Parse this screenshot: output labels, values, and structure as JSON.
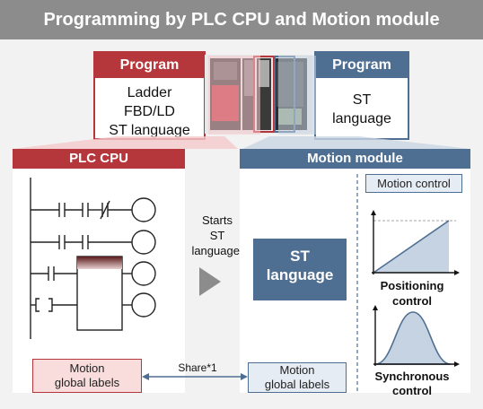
{
  "title": "Programming by PLC CPU and Motion module",
  "left_program": {
    "header": "Program",
    "lines": [
      "Ladder",
      "FBD/LD",
      "ST language"
    ]
  },
  "right_program": {
    "header": "Program",
    "lines": [
      "ST",
      "language"
    ]
  },
  "plc_cpu": {
    "header": "PLC CPU",
    "label_box": [
      "Motion",
      "global labels"
    ]
  },
  "motion_module": {
    "header": "Motion module",
    "st_box": [
      "ST",
      "language"
    ],
    "label_box": [
      "Motion",
      "global labels"
    ],
    "motion_control": "Motion control",
    "positioning": [
      "Positioning",
      "control"
    ],
    "synchronous": [
      "Synchronous",
      "control"
    ]
  },
  "arrow_text": [
    "Starts",
    "ST",
    "language."
  ],
  "share_text": "Share*1",
  "colors": {
    "red": "#b5373c",
    "blue": "#4f6f92",
    "gray": "#8c8c8c",
    "light_blue": "#e6ecf3",
    "light_red": "#f9dcdc"
  }
}
